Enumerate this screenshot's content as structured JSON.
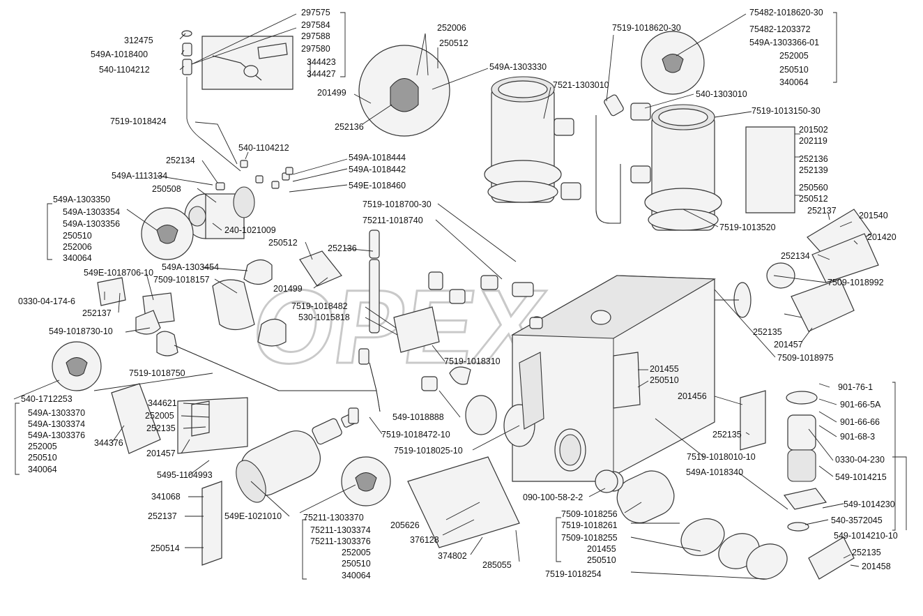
{
  "watermark": "OPEX",
  "labels": {
    "l297575": "297575",
    "l297584": "297584",
    "l297588": "297588",
    "l297580": "297580",
    "l344423": "344423",
    "l344427": "344427",
    "l312475": "312475",
    "l549A_1018400": "549A-1018400",
    "l540_1104212a": "540-1104212",
    "l7519_1018424": "7519-1018424",
    "l252006a": "252006",
    "l250512a": "250512",
    "l549A_1303330": "549A-1303330",
    "l201499a": "201499",
    "l252136a": "252136",
    "l7521_1303010": "7521-1303010",
    "l7519_1018620_30": "7519-1018620-30",
    "l75482_1018620_30": "75482-1018620-30",
    "l75482_1203372": "75482-1203372",
    "l549A_1303366_01": "549A-1303366-01",
    "l252005a": "252005",
    "l250510a": "250510",
    "l340064a": "340064",
    "l540_1303010": "540-1303010",
    "l7519_1013150_30": "7519-1013150-30",
    "l201502": "201502",
    "l202119": "202119",
    "l252136b": "252136",
    "l252139": "252139",
    "l250560": "250560",
    "l250512b": "250512",
    "l540_1104212b": "540-1104212",
    "l549A_1018444": "549A-1018444",
    "l549A_1018442": "549A-1018442",
    "l549E_1018460": "549E-1018460",
    "l252134a": "252134",
    "l549A_1113134": "549A-1113134",
    "l250508": "250508",
    "l240_1021009": "240-1021009",
    "l549A_1303350": "549A-1303350",
    "l549A_1303354": "549A-1303354",
    "l549A_1303356": "549A-1303356",
    "l250510b": "250510",
    "l252006b": "252006",
    "l340064b": "340064",
    "l7519_1018700_30": "7519-1018700-30",
    "l75211_1018740": "75211-1018740",
    "l7519_1013520": "7519-1013520",
    "l252137a": "252137",
    "l201540": "201540",
    "l201420": "201420",
    "l252134b": "252134",
    "l7509_1018992": "7509-1018992",
    "l250512c": "250512",
    "l252136c": "252136",
    "l549A_1303454": "549A-1303454",
    "l549E_1018706_10": "549E-1018706-10",
    "l7509_1018157": "7509-1018157",
    "l201499b": "201499",
    "l0330_04_174_6": "0330-04-174-6",
    "l252137b": "252137",
    "l7519_1018482": "7519-1018482",
    "l530_1015818": "530-1015818",
    "l549_1018730_10": "549-1018730-10",
    "l252135a": "252135",
    "l201457a": "201457",
    "l7509_1018975": "7509-1018975",
    "l7519_1018310": "7519-1018310",
    "l7519_1018750": "7519-1018750",
    "l201455a": "201455",
    "l250510c": "250510",
    "l540_1712253": "540-1712253",
    "l549A_1303370": "549A-1303370",
    "l549A_1303374": "549A-1303374",
    "l549A_1303376": "549A-1303376",
    "l252005b": "252005",
    "l250510d": "250510",
    "l340064c": "340064",
    "l344621": "344621",
    "l252005c": "252005",
    "l252135b": "252135",
    "l344376": "344376",
    "l201457b": "201457",
    "l549_1018888": "549-1018888",
    "l7519_1018472_10": "7519-1018472-10",
    "l7519_1018025_10": "7519-1018025-10",
    "l201456": "201456",
    "l252135c": "252135",
    "l901_76_1": "901-76-1",
    "l901_66_5A": "901-66-5A",
    "l901_66_66": "901-66-66",
    "l901_68_3": "901-68-3",
    "l0330_04_230": "0330-04-230",
    "l549_1014215": "549-1014215",
    "l7519_1018010_10": "7519-1018010-10",
    "l549A_1018340": "549A-1018340",
    "l549_1014230": "549-1014230",
    "l540_3572045": "540-3572045",
    "l549_1014210_10": "549-1014210-10",
    "l5495_1104993": "5495-1104993",
    "l341068": "341068",
    "l252137c": "252137",
    "l549E_1021010": "549E-1021010",
    "l250514": "250514",
    "l75211_1303370": "75211-1303370",
    "l75211_1303374": "75211-1303374",
    "l75211_1303376": "75211-1303376",
    "l252005d": "252005",
    "l250510e": "250510",
    "l340064d": "340064",
    "l090_100_58_2_2": "090-100-58-2-2",
    "l7509_1018256": "7509-1018256",
    "l7519_1018261": "7519-1018261",
    "l7509_1018255": "7509-1018255",
    "l201455b": "201455",
    "l250510f": "250510",
    "l7519_1018254": "7519-1018254",
    "l205626": "205626",
    "l376128": "376128",
    "l374802": "374802",
    "l285055": "285055",
    "l252135d": "252135",
    "l201458": "201458"
  }
}
